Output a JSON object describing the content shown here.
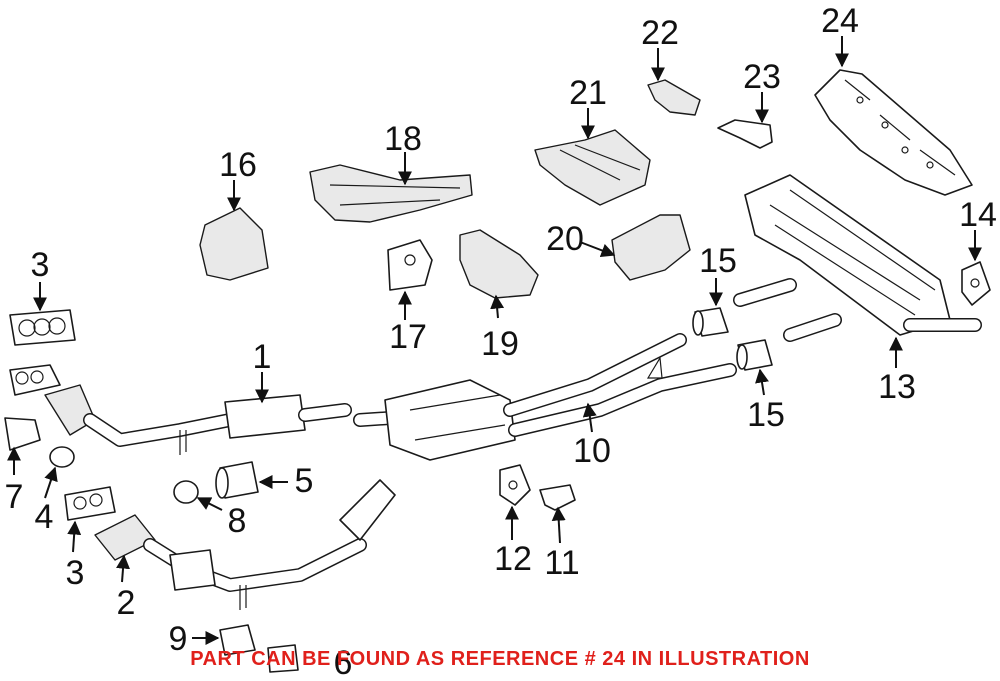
{
  "diagram": {
    "callouts": [
      "1",
      "2",
      "3",
      "3",
      "4",
      "5",
      "6",
      "7",
      "8",
      "9",
      "10",
      "11",
      "12",
      "13",
      "14",
      "15",
      "15",
      "16",
      "17",
      "18",
      "19",
      "20",
      "21",
      "22",
      "23",
      "24"
    ]
  },
  "footer": {
    "text": "PART CAN BE FOUND AS REFERENCE # 24 IN ILLUSTRATION",
    "color": "#e0201b"
  }
}
